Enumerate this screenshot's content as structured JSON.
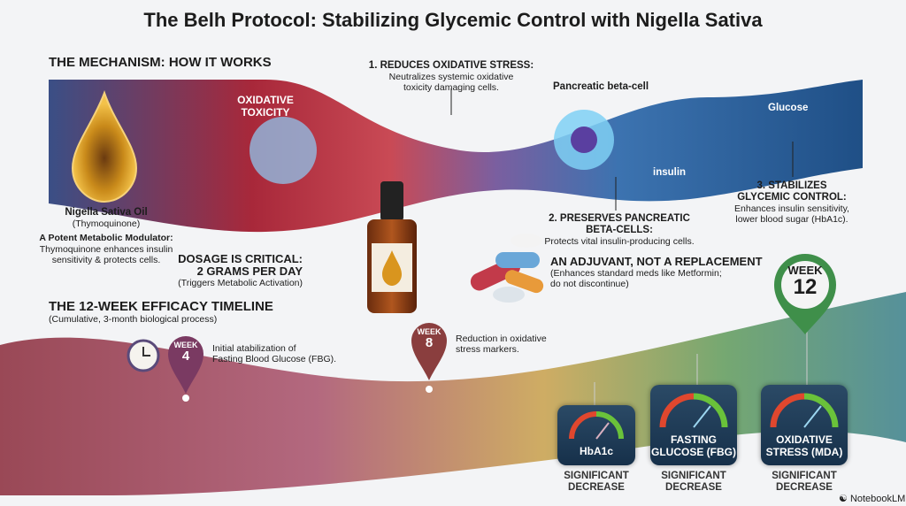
{
  "title": "The Belh Protocol: Stabilizing Glycemic Control with Nigella Sativa",
  "mechanism": {
    "heading": "THE MECHANISM: HOW IT WORKS",
    "oil": {
      "name": "Nigella Sativa Oil",
      "compound": "(Thymoquinone)",
      "subtitle": "A Potent Metabolic Modulator:",
      "desc1": "Thymoquinone enhances insulin",
      "desc2": "sensitivity & protects cells."
    },
    "toxicity_label": [
      "OXIDATIVE",
      "TOXICITY"
    ],
    "step1": {
      "title": "1. REDUCES OXIDATIVE STRESS:",
      "desc1": "Neutralizes systemic oxidative",
      "desc2": "toxicity damaging cells."
    },
    "beta_cell_label": "Pancreatic beta-cell",
    "insulin_label": "insulin",
    "glucose_label": "Glucose",
    "step2": {
      "title1": "2. PRESERVES PANCREATIC",
      "title2": "BETA-CELLS:",
      "desc": "Protects vital insulin-producing cells."
    },
    "step3": {
      "title1": "3. STABILIZES",
      "title2": "GLYCEMIC CONTROL:",
      "desc1": "Enhances insulin sensitivity,",
      "desc2": "lower blood sugar (HbA1c)."
    }
  },
  "dosage": {
    "line1": "DOSAGE IS CRITICAL:",
    "line2": "2 GRAMS PER DAY",
    "note": "(Triggers Metabolic Activation)"
  },
  "adjuvant": {
    "title": "AN ADJUVANT, NOT A REPLACEMENT",
    "desc1": "(Enhances standard meds like Metformin;",
    "desc2": "do not discontinue)"
  },
  "timeline": {
    "heading": "THE 12-WEEK EFFICACY TIMELINE",
    "sub": "(Cumulative, 3-month biological process)",
    "milestones": [
      {
        "week_label": "WEEK",
        "week": "4",
        "desc1": "Initial atabilization of",
        "desc2": "Fasting Blood Glucose (FBG).",
        "color": "#7a3a62"
      },
      {
        "week_label": "WEEK",
        "week": "8",
        "desc1": "Reduction in oxidative",
        "desc2": "stress markers.",
        "color": "#8a3e3e"
      },
      {
        "week_label": "WEEK",
        "week": "12",
        "color": "#3f8f4a"
      }
    ]
  },
  "gauges": [
    {
      "label1": "HbA1c",
      "label2": "",
      "result1": "SIGNIFICANT",
      "result2": "DECREASE"
    },
    {
      "label1": "FASTING",
      "label2": "GLUCOSE (FBG)",
      "result1": "SIGNIFICANT",
      "result2": "DECREASE"
    },
    {
      "label1": "OXIDATIVE",
      "label2": "STRESS (MDA)",
      "result1": "SIGNIFICANT",
      "result2": "DECREASE"
    }
  ],
  "brand": "NotebookLM"
}
